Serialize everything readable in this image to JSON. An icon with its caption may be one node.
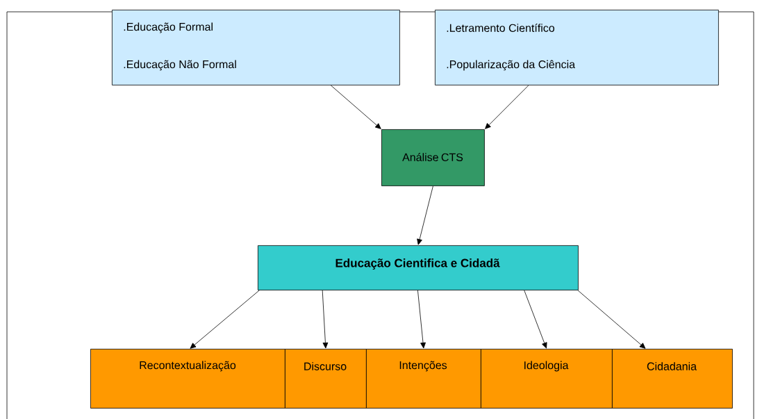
{
  "diagram": {
    "nodes": [
      {
        "text": [
          ".Educação Formal",
          ".Educação Não Formal"
        ]
      },
      {
        "text": [
          ".Letramento Científico",
          ".Popularização da Ciência"
        ]
      },
      {
        "text": [
          "Análise CTS"
        ]
      },
      {
        "text": [
          "Educação Cientifica e Cidadã"
        ]
      },
      {
        "text": [
          "Recontextualização"
        ]
      },
      {
        "text": [
          "Discurso"
        ]
      },
      {
        "text": [
          "Intenções"
        ]
      },
      {
        "text": [
          "Ideologia"
        ]
      },
      {
        "text": [
          "Cidadania"
        ]
      }
    ],
    "edges": [
      {
        "from": 0,
        "to": 2,
        "arrow": "to"
      },
      {
        "from": 1,
        "to": 2,
        "arrow": "to"
      },
      {
        "from": 2,
        "to": 3,
        "arrow": "to"
      },
      {
        "from": 3,
        "to": 4,
        "arrow": "to"
      },
      {
        "from": 3,
        "to": 5,
        "arrow": "to"
      },
      {
        "from": 3,
        "to": 6,
        "arrow": "to"
      },
      {
        "from": 3,
        "to": 7,
        "arrow": "to"
      },
      {
        "from": 3,
        "to": 8,
        "arrow": "to"
      }
    ]
  }
}
